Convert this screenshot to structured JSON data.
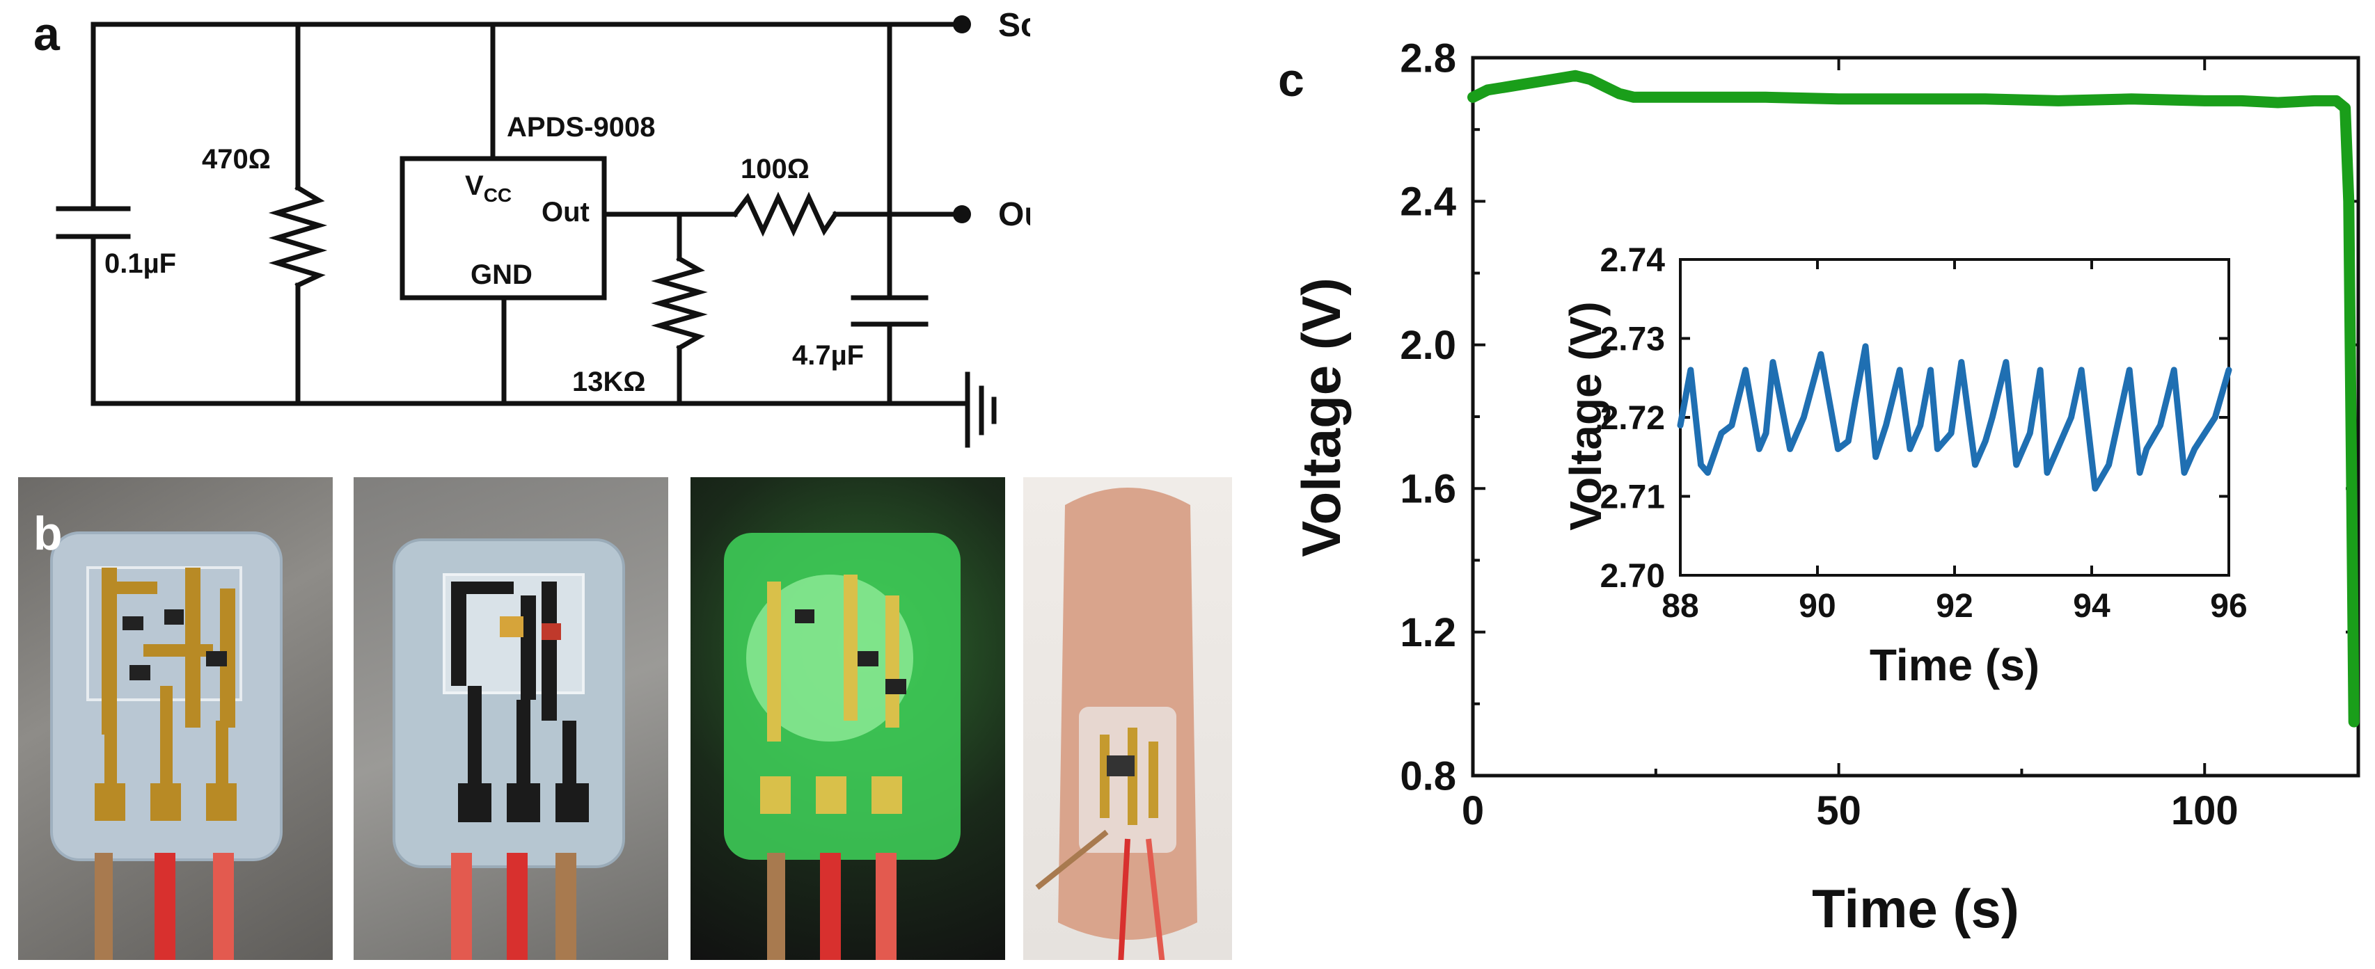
{
  "panels": {
    "a": "a",
    "b": "b",
    "c": "c"
  },
  "circuit": {
    "source_label": "Source",
    "output_label": "Output",
    "chip_name": "APDS-9008",
    "vcc_main": "V",
    "vcc_sub": "CC",
    "out_pin": "Out",
    "gnd_pin": "GND",
    "r1": "470Ω",
    "r2": "100Ω",
    "r3": "13KΩ",
    "c1": "0.1µF",
    "c2": "4.7µF"
  },
  "photos": {
    "description_icon": "photo-icon"
  },
  "chart_data": [
    {
      "type": "line",
      "title": "",
      "xlabel": "Time (s)",
      "ylabel": "Voltage (V)",
      "xlim": [
        0,
        121
      ],
      "ylim": [
        0.8,
        2.8
      ],
      "xticks": [
        0,
        50,
        100
      ],
      "yticks": [
        0.8,
        1.2,
        1.6,
        2.0,
        2.4,
        2.8
      ],
      "color": "#1a9e1a",
      "series": [
        {
          "x": [
            0,
            2,
            5,
            8,
            11,
            14,
            16,
            18,
            20,
            22,
            25,
            30,
            40,
            50,
            60,
            70,
            80,
            90,
            100,
            105,
            110,
            115,
            118,
            119.2,
            119.7,
            120.1,
            120.4
          ],
          "y": [
            2.69,
            2.71,
            2.72,
            2.73,
            2.74,
            2.75,
            2.74,
            2.72,
            2.7,
            2.69,
            2.69,
            2.69,
            2.69,
            2.685,
            2.685,
            2.685,
            2.68,
            2.685,
            2.68,
            2.68,
            2.675,
            2.68,
            2.68,
            2.66,
            2.4,
            1.6,
            0.95
          ]
        }
      ]
    },
    {
      "type": "line",
      "title": "",
      "xlabel": "Time (s)",
      "ylabel": "Voltage (V)",
      "xlim": [
        88,
        96
      ],
      "ylim": [
        2.7,
        2.74
      ],
      "xticks": [
        88,
        90,
        92,
        94,
        96
      ],
      "yticks": [
        2.7,
        2.71,
        2.72,
        2.73,
        2.74
      ],
      "color": "#1f6fb2",
      "series": [
        {
          "x": [
            88.0,
            88.15,
            88.25,
            88.3,
            88.4,
            88.6,
            88.75,
            88.95,
            89.15,
            89.25,
            89.35,
            89.6,
            89.8,
            90.05,
            90.3,
            90.45,
            90.55,
            90.7,
            90.85,
            91.0,
            91.2,
            91.35,
            91.5,
            91.65,
            91.75,
            91.95,
            92.1,
            92.3,
            92.45,
            92.55,
            92.75,
            92.9,
            93.1,
            93.25,
            93.35,
            93.5,
            93.7,
            93.85,
            94.05,
            94.25,
            94.4,
            94.55,
            94.7,
            94.8,
            95.0,
            95.2,
            95.35,
            95.5,
            95.65,
            95.8,
            96.0
          ],
          "y": [
            2.719,
            2.726,
            2.718,
            2.714,
            2.713,
            2.718,
            2.719,
            2.726,
            2.716,
            2.718,
            2.727,
            2.716,
            2.72,
            2.728,
            2.716,
            2.717,
            2.722,
            2.729,
            2.715,
            2.719,
            2.726,
            2.716,
            2.719,
            2.726,
            2.716,
            2.718,
            2.727,
            2.714,
            2.717,
            2.72,
            2.727,
            2.714,
            2.718,
            2.726,
            2.713,
            2.716,
            2.72,
            2.726,
            2.711,
            2.714,
            2.72,
            2.726,
            2.713,
            2.716,
            2.719,
            2.726,
            2.713,
            2.716,
            2.718,
            2.72,
            2.726
          ]
        }
      ]
    }
  ]
}
